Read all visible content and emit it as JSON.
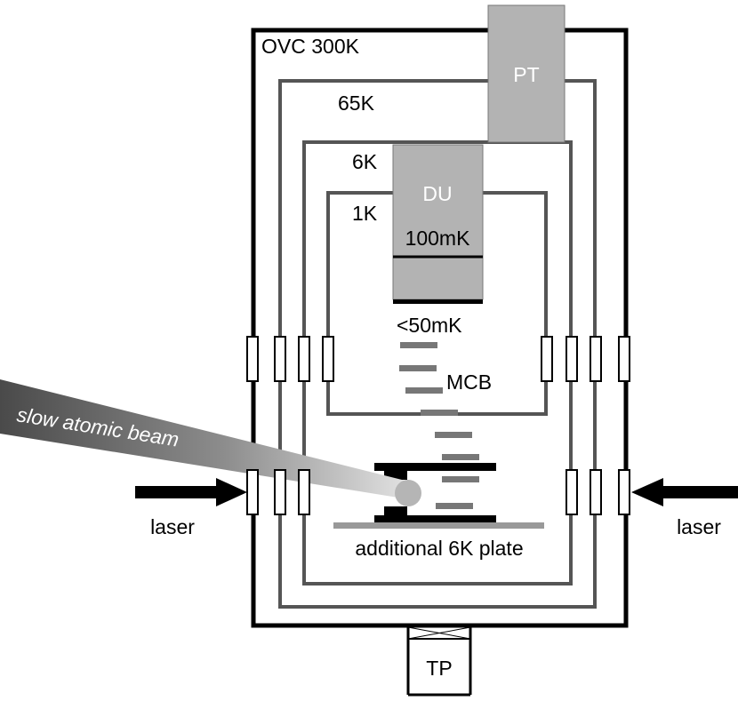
{
  "labels": {
    "ovc": "OVC 300K",
    "shield_65k": "65K",
    "shield_6k": "6K",
    "shield_1k": "1K",
    "pulse_tube": "PT",
    "dilution_unit": "DU",
    "stage_100mk": "100mK",
    "stage_50mk": "<50mK",
    "mcb": "MCB",
    "beam": "slow atomic beam",
    "laser_left": "laser",
    "laser_right": "laser",
    "plate": "additional 6K plate",
    "turbo_pump": "TP"
  },
  "colors": {
    "outer_wall": "#000000",
    "inner_shields": "#555555",
    "pt_du_fill": "#b3b3b3",
    "mcb_bars": "#777777",
    "plate": "#999999",
    "beam_gradient_start": "#444444",
    "beam_gradient_end": "#dddddd"
  }
}
